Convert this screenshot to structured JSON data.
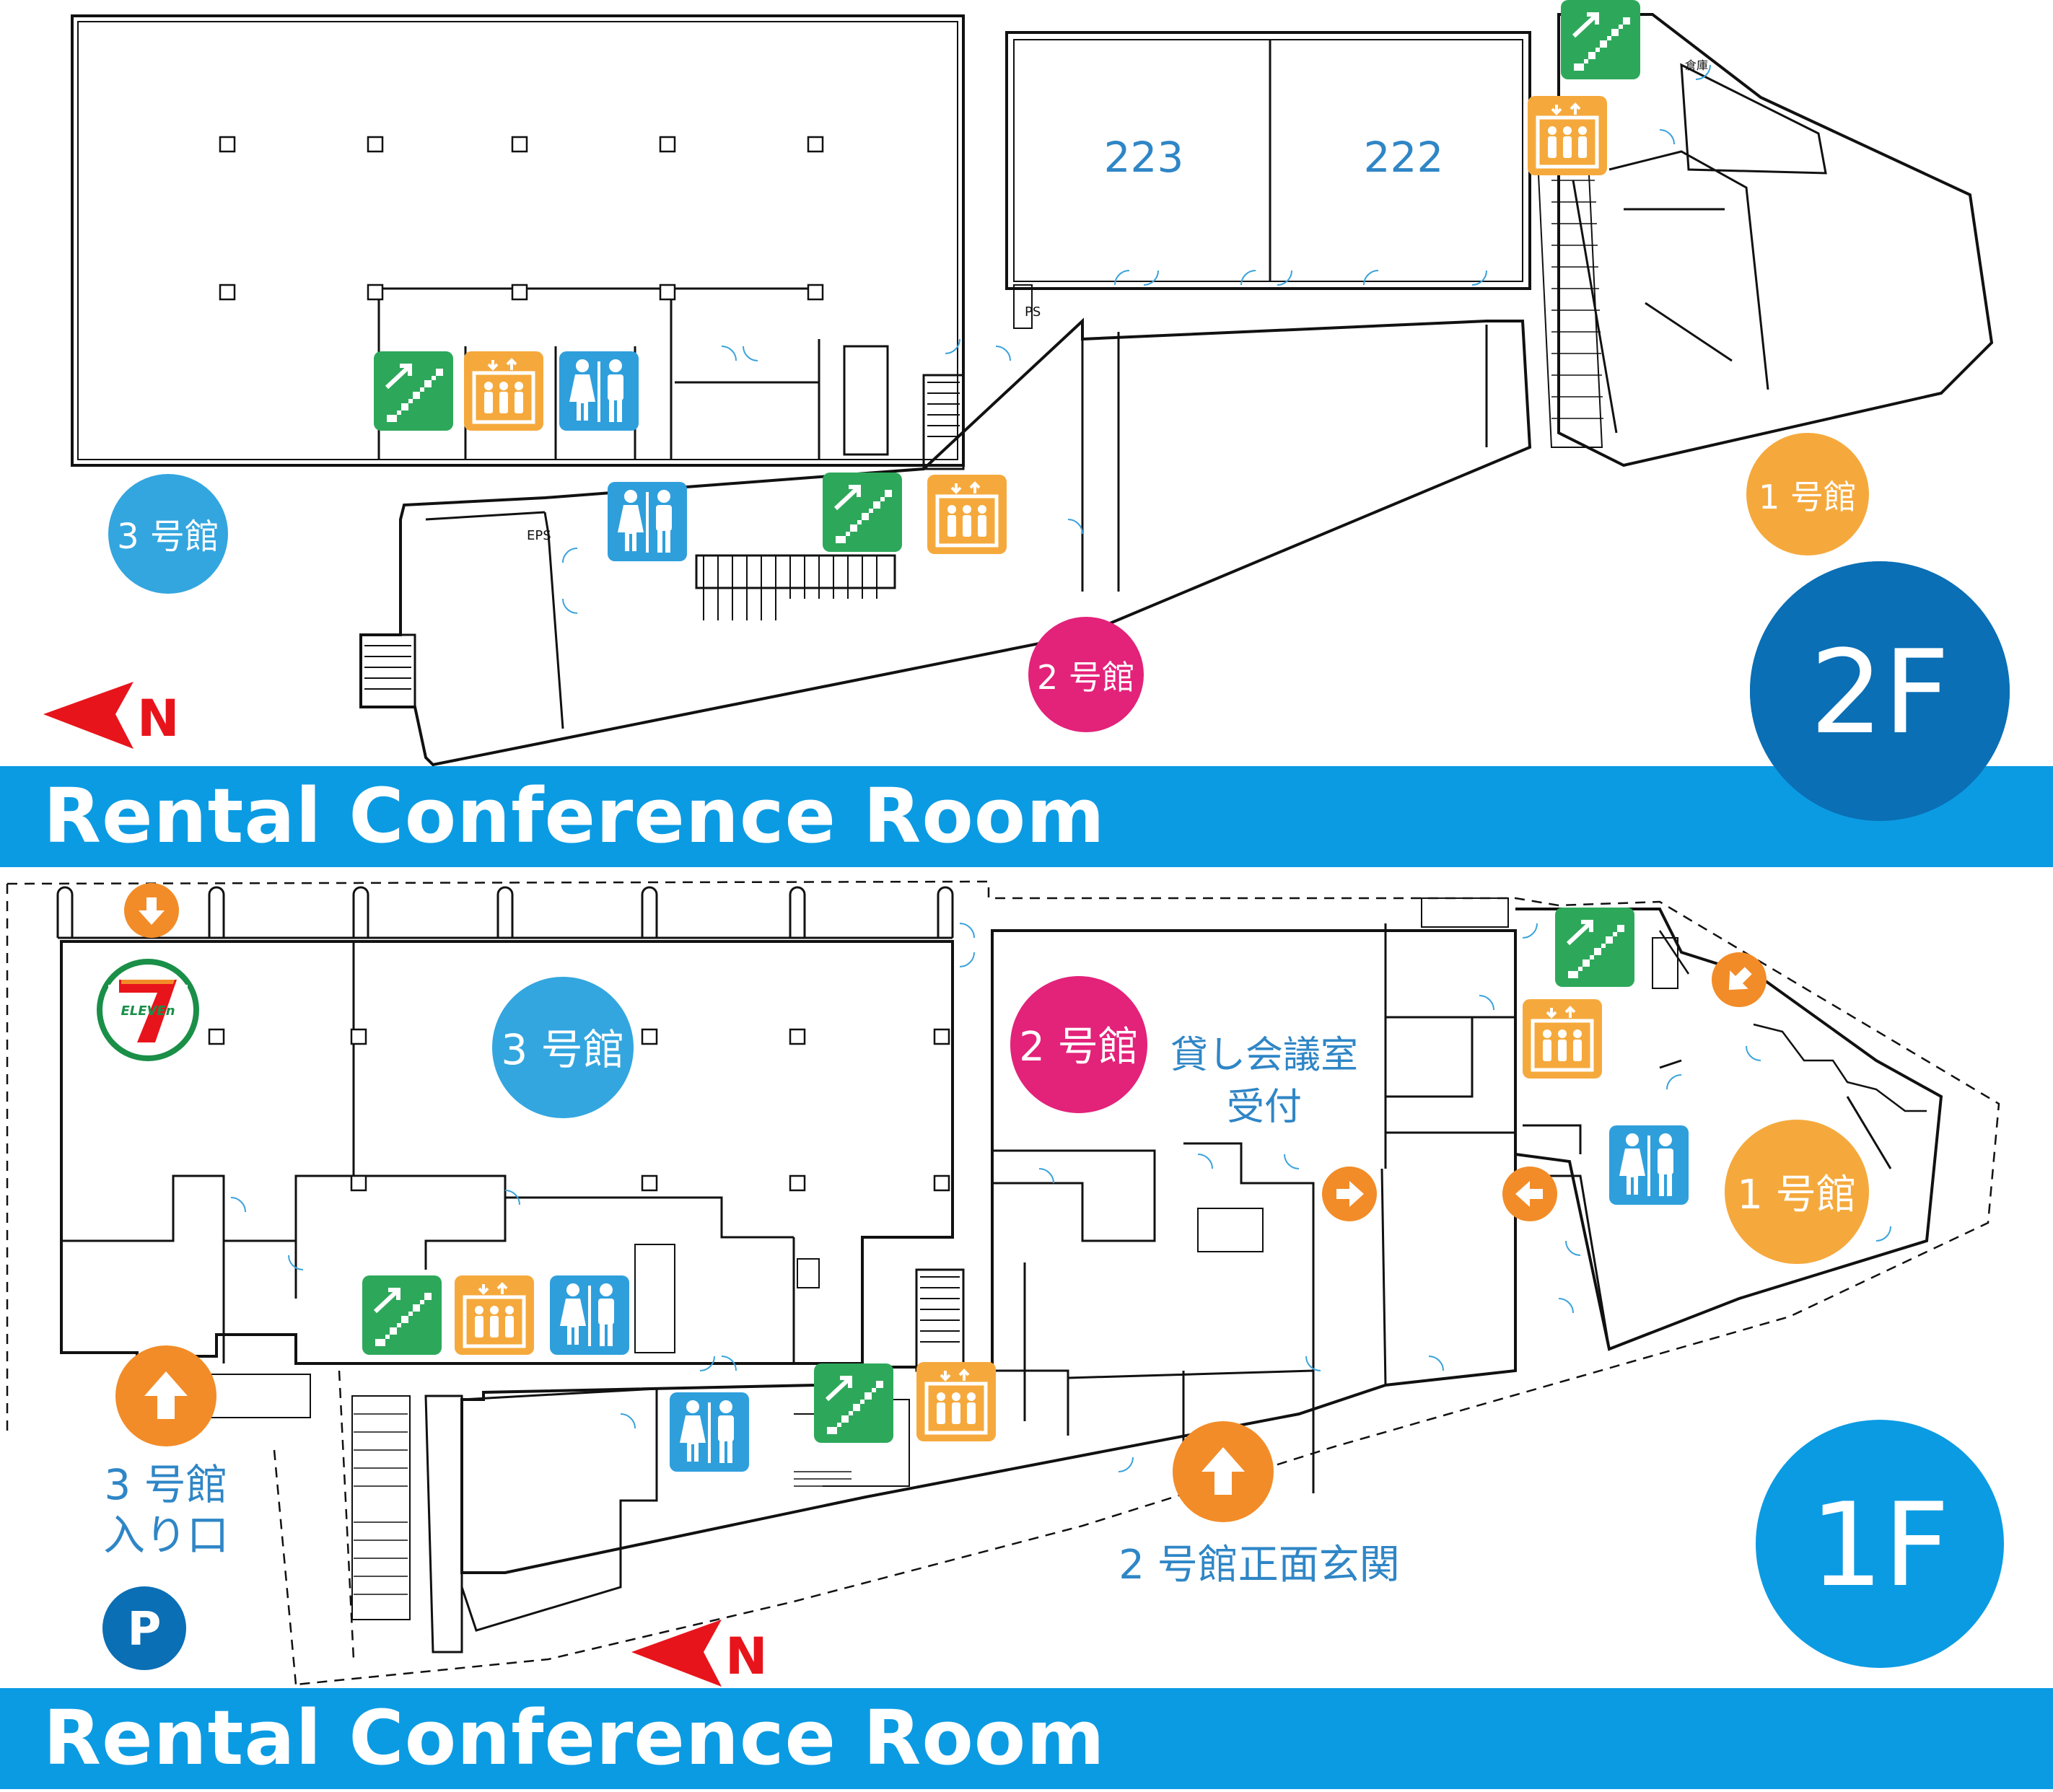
{
  "floors": [
    {
      "id": "2F",
      "label": "2F",
      "banner": "Rental Conference Room",
      "color": "#0a6fb5"
    },
    {
      "id": "1F",
      "label": "1F",
      "banner": "Rental Conference Room",
      "color": "#0b9be3"
    }
  ],
  "rooms": {
    "room_223": "223",
    "room_222": "222"
  },
  "buildings": {
    "b1": "1 号館",
    "b2": "2 号館",
    "b3": "3 号館"
  },
  "labels": {
    "reception_line1": "貸し会議室",
    "reception_line2": "受付",
    "b3_entrance_line1": "3 号館",
    "b3_entrance_line2": "入り口",
    "b2_front_entrance": "2 号館正面玄関",
    "parking": "P",
    "north": "N",
    "ps": "PS",
    "eps": "EPS",
    "storage": "倉庫",
    "seven_eleven": "7",
    "seven_eleven_text": "ELEVEn"
  },
  "colors": {
    "building1": "#f5a93c",
    "building2": "#e3227a",
    "building3": "#33a6df",
    "stairs": "#2da85a",
    "elevator": "#f5a93c",
    "restroom": "#2f9fdc",
    "arrow": "#f28c28",
    "north_arrow": "#e8141b",
    "text_blue": "#2f86c6"
  },
  "icons": [
    "stairs-icon",
    "elevator-icon",
    "restroom-icon",
    "entrance-arrow-icon",
    "north-arrow-icon",
    "parking-icon",
    "seven-eleven-logo"
  ]
}
